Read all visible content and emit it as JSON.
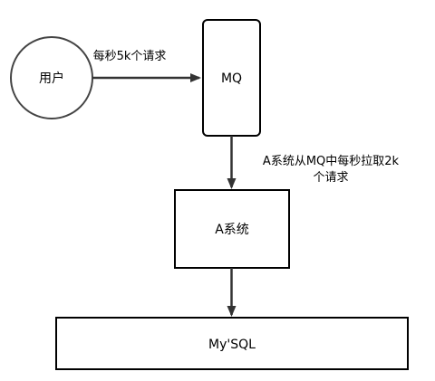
{
  "diagram": {
    "nodes": {
      "user": {
        "label": "用户",
        "shape": "circle"
      },
      "mq": {
        "label": "MQ",
        "shape": "rounded-rectangle"
      },
      "system_a": {
        "label": "A系统",
        "shape": "rectangle"
      },
      "mysql": {
        "label": "My'SQL",
        "shape": "rectangle"
      }
    },
    "edges": {
      "user_to_mq": {
        "label": "每秒5k个请求"
      },
      "mq_to_system_a": {
        "label_line1": "A系统从MQ中每秒拉取2k",
        "label_line2": "个请求"
      },
      "system_a_to_mysql": {}
    },
    "colors": {
      "stroke": "#000000",
      "node_fill": "#ffffff",
      "user_stroke": "#444444",
      "edge": "#333333",
      "background": "#ffffff"
    }
  }
}
